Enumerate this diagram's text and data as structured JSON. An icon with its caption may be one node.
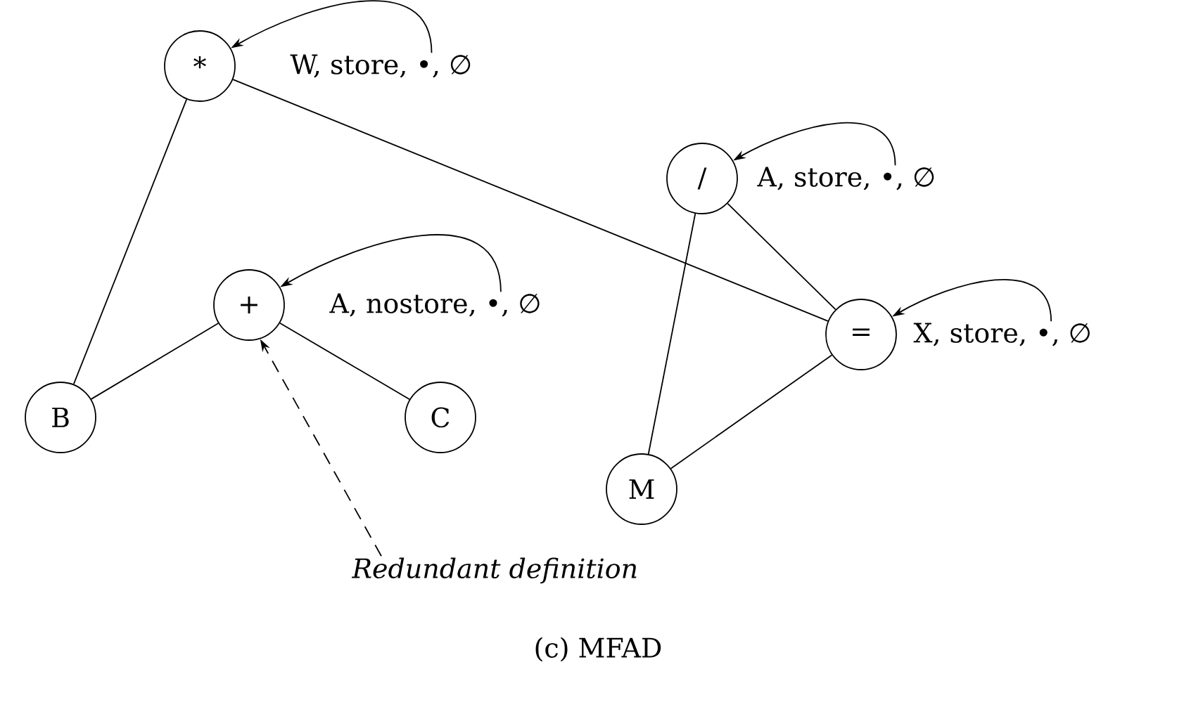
{
  "diagram": {
    "caption": "(c) MFAD",
    "nodes": [
      {
        "text": [
          "*"
        ]
      },
      {
        "text": [
          "W, store, •, ∅"
        ]
      },
      {
        "text": [
          "/"
        ]
      },
      {
        "text": [
          "A, store, •, ∅"
        ]
      },
      {
        "text": [
          "+"
        ]
      },
      {
        "text": [
          "A, nostore, •, ∅"
        ]
      },
      {
        "text": [
          "="
        ]
      },
      {
        "text": [
          "X, store, •, ∅"
        ]
      },
      {
        "text": [
          "B"
        ]
      },
      {
        "text": [
          "C"
        ]
      },
      {
        "text": [
          "M"
        ]
      },
      {
        "text": [
          "Redundant definition"
        ]
      }
    ],
    "edges": [
      {
        "from": 1,
        "to": 0,
        "arrow": "to"
      },
      {
        "from": 3,
        "to": 2,
        "arrow": "to"
      },
      {
        "from": 5,
        "to": 4,
        "arrow": "to"
      },
      {
        "from": 7,
        "to": 6,
        "arrow": "to"
      },
      {
        "from": 0,
        "to": 8,
        "arrow": "none"
      },
      {
        "from": 0,
        "to": 6,
        "arrow": "none"
      },
      {
        "from": 2,
        "to": 10,
        "arrow": "none"
      },
      {
        "from": 2,
        "to": 6,
        "arrow": "none"
      },
      {
        "from": 6,
        "to": 10,
        "arrow": "none"
      },
      {
        "from": 4,
        "to": 8,
        "arrow": "none"
      },
      {
        "from": 4,
        "to": 9,
        "arrow": "none"
      },
      {
        "from": 11,
        "to": 4,
        "arrow": "to",
        "style": "dashed"
      }
    ]
  }
}
